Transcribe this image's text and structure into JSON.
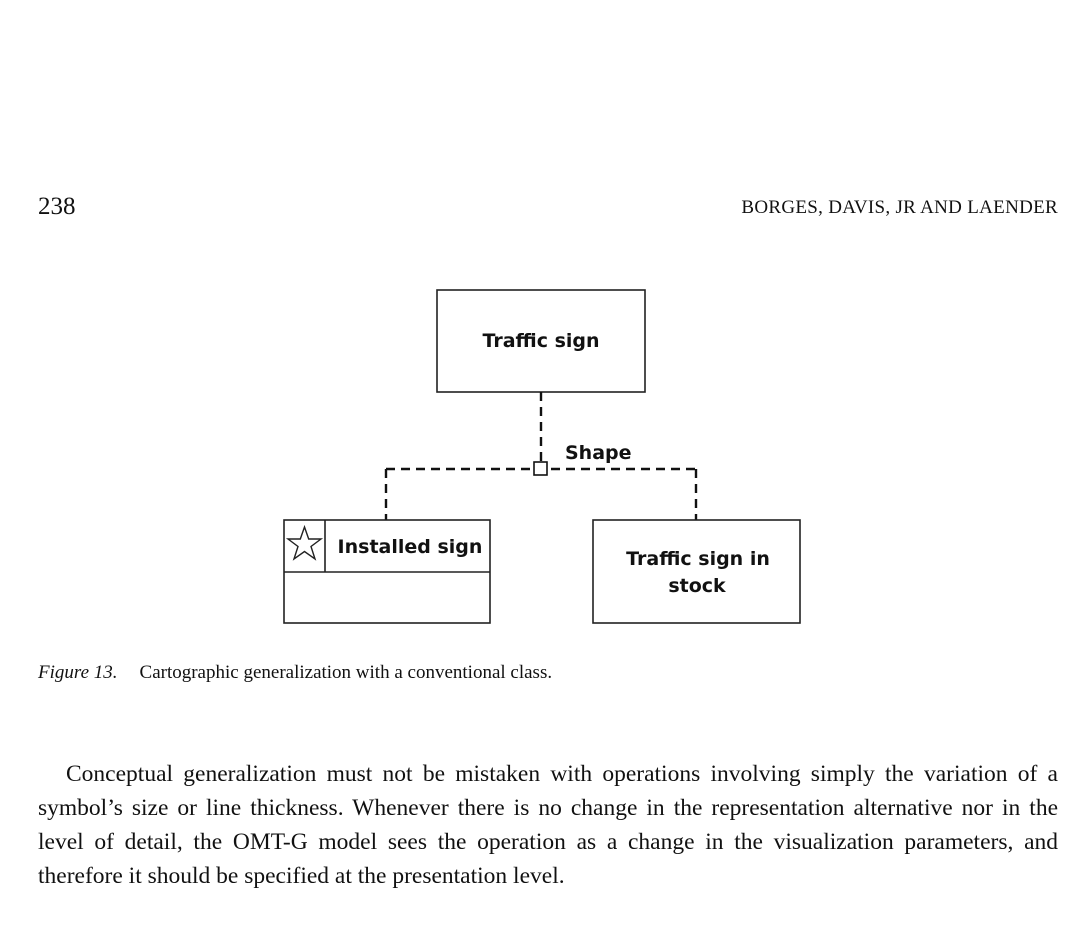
{
  "header": {
    "page_number": "238",
    "running_head": "BORGES, DAVIS, JR AND LAENDER"
  },
  "diagram": {
    "superclass": "Traffic sign",
    "relation_label": "Shape",
    "subclass_left": "Installed sign",
    "subclass_right_line1": "Traffic sign in",
    "subclass_right_line2": "stock",
    "conventional_class_icon": "star-icon"
  },
  "caption": {
    "label": "Figure 13.",
    "text": "Cartographic generalization with a conventional class."
  },
  "body": {
    "paragraph": "Conceptual generalization must not be mistaken with operations involving simply the variation of a symbol’s size or line thickness. Whenever there is no change in the representation alternative nor in the level of detail, the OMT-G model sees the operation as a change in the visualization parameters, and therefore it should be specified at the presentation level."
  }
}
